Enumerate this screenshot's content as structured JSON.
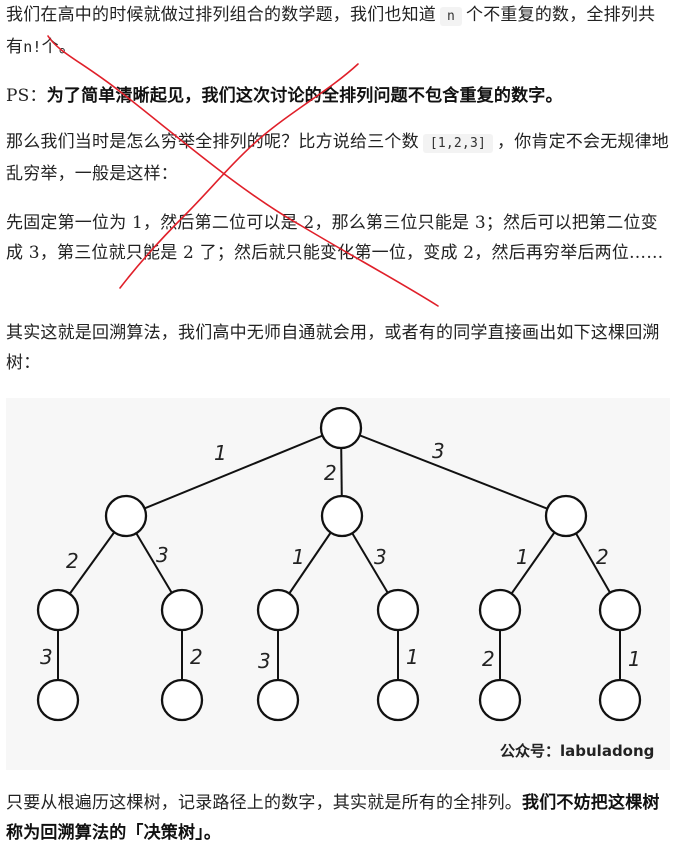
{
  "para1": {
    "before": "我们在高中的时候就做过排列组合的数学题，我们也知道",
    "code": "n",
    "after": "个不重复的数，全排列共有",
    "mono": "n!",
    "end": "个。"
  },
  "para2": {
    "prefix": "PS：",
    "bold": "为了简单清晰起见，我们这次讨论的全排列问题不包含重复的数字。"
  },
  "para3": {
    "before": "那么我们当时是怎么穷举全排列的呢？比方说给三个数",
    "code": "[1,2,3]",
    "after": "，你肯定不会无规律地乱穷举，一般是这样："
  },
  "para4": "先固定第一位为 1，然后第二位可以是 2，那么第三位只能是 3；然后可以把第二位变成 3，第三位就只能是 2 了；然后就只能变化第一位，变成 2，然后再穷举后两位……",
  "para5": "其实这就是回溯算法，我们高中无师自通就会用，或者有的同学直接画出如下这棵回溯树：",
  "figure": {
    "watermark": "公众号：labuladong",
    "edge_labels": {
      "root_1": "1",
      "root_2": "2",
      "root_3": "3",
      "a_2": "2",
      "a_3": "3",
      "b_1": "1",
      "b_3": "3",
      "c_1": "1",
      "c_2": "2",
      "a2_3": "3",
      "a3_2": "2",
      "b1_3": "3",
      "b3_1": "1",
      "c1_2": "2",
      "c2_1": "1"
    }
  },
  "para6": {
    "normal": "只要从根遍历这棵树，记录路径上的数字，其实就是所有的全排列。",
    "bold": "我们不妨把这棵树称为回溯算法的「决策树」。"
  },
  "colors": {
    "annotation": "#e0202a",
    "text": "#222222"
  }
}
